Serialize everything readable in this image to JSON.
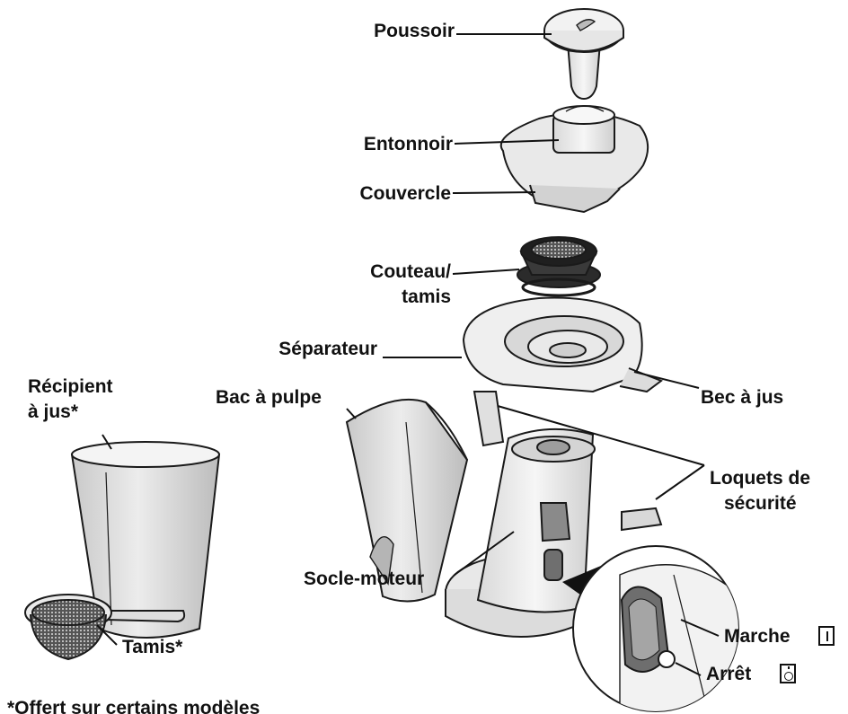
{
  "labels": {
    "poussoir": "Poussoir",
    "entonnoir": "Entonnoir",
    "couvercle": "Couvercle",
    "couteau_line1": "Couteau/",
    "couteau_line2": "tamis",
    "separateur": "Séparateur",
    "recipient_line1": "Récipient",
    "recipient_line2": "à jus*",
    "bac_pulpe": "Bac à pulpe",
    "bec_jus": "Bec à jus",
    "loquets_line1": "Loquets de",
    "loquets_line2": "sécurité",
    "socle_moteur": "Socle-moteur",
    "tamis": "Tamis*",
    "marche": "Marche",
    "arret": "Arrêt",
    "footnote": "*Offert sur certains modèles"
  },
  "icons": {
    "on_symbol": "power-on-symbol",
    "off_symbol": "power-off-symbol"
  },
  "colors": {
    "outline": "#1a1a1a",
    "part_fill": "#f2f2f2",
    "part_shade": "#bdbdbd",
    "dark_part": "#2b2b2b",
    "text": "#111111"
  }
}
